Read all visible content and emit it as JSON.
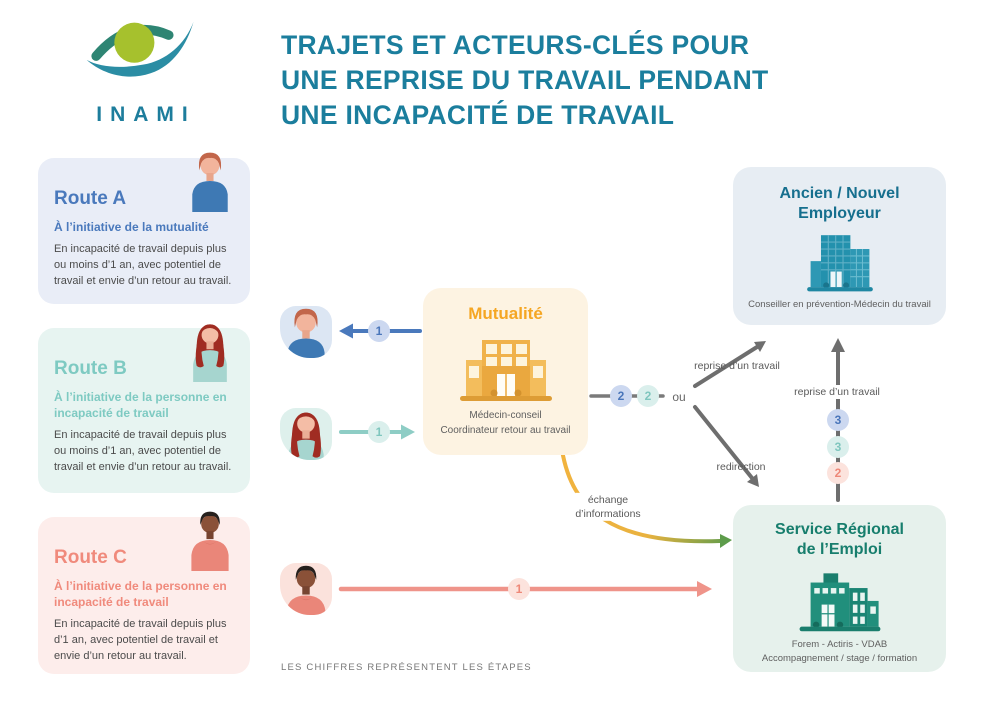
{
  "logo": {
    "text": "INAMI"
  },
  "header": {
    "title_lines": [
      "TRAJETS ET ACTEURS-CLÉS POUR",
      "UNE REPRISE DU TRAVAIL PENDANT",
      "UNE INCAPACITÉ DE TRAVAIL"
    ]
  },
  "routes": [
    {
      "title": "Route A",
      "subtitle": "À l’initiative de la mutualité",
      "body": "En incapacité de travail depuis plus ou moins d’1 an, avec potentiel de travail et envie d’un retour au travail.",
      "accent": "#4a79bc",
      "bg": "#e9edf7"
    },
    {
      "title": "Route B",
      "subtitle": "À l’initiative de la personne en incapacité de travail",
      "body": "En incapacité de travail depuis plus ou moins d’1 an, avec potentiel de travail et envie d’un retour au travail.",
      "accent": "#7ecac2",
      "bg": "#e7f4f1"
    },
    {
      "title": "Route C",
      "subtitle": "À l’initiative de la personne en incapacité de travail",
      "body": "En incapacité de travail depuis plus d’1 an, avec potentiel de travail et envie d’un retour au travail.",
      "accent": "#f08a7c",
      "bg": "#fdedeb"
    }
  ],
  "nodes": {
    "mutualite": {
      "title": "Mutualité",
      "sub1": "Médecin-conseil",
      "sub2": "Coordinateur retour au travail",
      "accent": "#f5a623",
      "icon": "building-icon"
    },
    "employer": {
      "title_line1": "Ancien / Nouvel",
      "title_line2": "Employeur",
      "sub": "Conseiller en prévention-Médecin du travail",
      "accent": "#166f8e",
      "icon": "building-icon"
    },
    "service": {
      "title_line1": "Service Régional",
      "title_line2": "de l’Emploi",
      "sub1": "Forem - Actiris - VDAB",
      "sub2": "Accompagnement / stage / formation",
      "accent": "#177e6d",
      "icon": "building-icon"
    }
  },
  "connector_labels": {
    "ou": "ou",
    "reprise_branch": "reprise d’un travail",
    "redirection": "redirection",
    "reprise_vertical": "reprise d’un travail",
    "echange_line1": "échange",
    "echange_line2": "d’informations"
  },
  "step_circles": {
    "route_a_step1": "1",
    "route_b_step1": "1",
    "route_c_step1": "1",
    "mut_out_blue": "2",
    "mut_out_teal": "2",
    "vert_blue": "3",
    "vert_teal": "3",
    "vert_pink": "2"
  },
  "footnote": {
    "text": "LES CHIFFRES REPRÉSENTENT LES ÉTAPES"
  },
  "colors": {
    "title_teal": "#1b7e9d",
    "route_a_blue": "#4a79bc",
    "route_b_teal": "#7ecac2",
    "route_c_coral": "#f08a7c",
    "mutualite_orange": "#f5a623",
    "employer_teal": "#166f8e",
    "service_green": "#177e6d",
    "arrow_gray": "#6e6e6e",
    "exchange_yellow": "#f2b33e",
    "exchange_green": "#5d9c4b"
  }
}
